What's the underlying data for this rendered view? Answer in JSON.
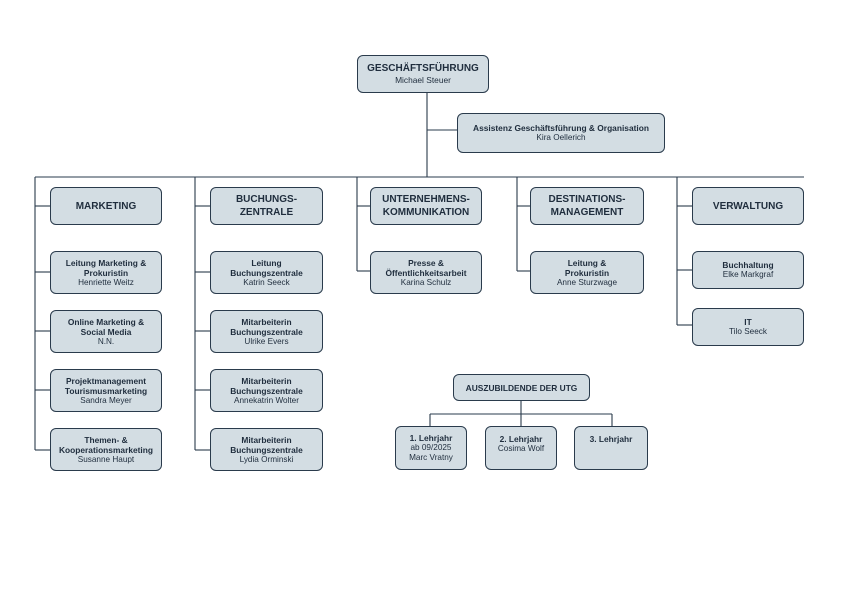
{
  "ceo": {
    "title": "GESCHÄFTSFÜHRUNG",
    "name": "Michael Steuer"
  },
  "assistant": {
    "title": "Assistenz Geschäftsführung & Organisation",
    "name": "Kira Oellerich"
  },
  "marketing": {
    "title": "MARKETING",
    "roles": [
      {
        "title": "Leitung Marketing &\nProkuristin",
        "name": "Henriette Weitz"
      },
      {
        "title": "Online Marketing &\nSocial Media",
        "name": "N.N."
      },
      {
        "title": "Projektmanagement\nTourismusmarketing",
        "name": "Sandra Meyer"
      },
      {
        "title": "Themen- &\nKooperationsmarketing",
        "name": "Susanne Haupt"
      }
    ]
  },
  "booking": {
    "title": "BUCHUNGS-\nZENTRALE",
    "roles": [
      {
        "title": "Leitung\nBuchungszentrale",
        "name": "Katrin Seeck"
      },
      {
        "title": "Mitarbeiterin\nBuchungszentrale",
        "name": "Ulrike Evers"
      },
      {
        "title": "Mitarbeiterin\nBuchungszentrale",
        "name": "Annekatrin Wolter"
      },
      {
        "title": "Mitarbeiterin\nBuchungszentrale",
        "name": "Lydia Orminski"
      }
    ]
  },
  "communication": {
    "title": "UNTERNEHMENS-\nKOMMUNIKATION",
    "roles": [
      {
        "title": "Presse &\nÖffentlichkeitsarbeit",
        "name": "Karina Schulz"
      }
    ]
  },
  "destination": {
    "title": "DESTINATIONS-\nMANAGEMENT",
    "roles": [
      {
        "title": "Leitung &\nProkuristin",
        "name": "Anne Sturzwage"
      }
    ]
  },
  "administration": {
    "title": "VERWALTUNG",
    "roles": [
      {
        "title": "Buchhaltung",
        "name": "Elke Markgraf"
      },
      {
        "title": "IT",
        "name": "Tilo Seeck"
      }
    ]
  },
  "trainees": {
    "title": "AUSZUBILDENDE DER UTG",
    "years": [
      {
        "title": "1. Lehrjahr",
        "name": "ab 09/2025\nMarc Vratny"
      },
      {
        "title": "2. Lehrjahr",
        "name": "Cosima Wolf"
      },
      {
        "title": "3. Lehrjahr",
        "name": ""
      }
    ]
  },
  "colors": {
    "box_fill": "#d3dde3",
    "border": "#2a3b4c",
    "line": "#2a3b4c"
  }
}
